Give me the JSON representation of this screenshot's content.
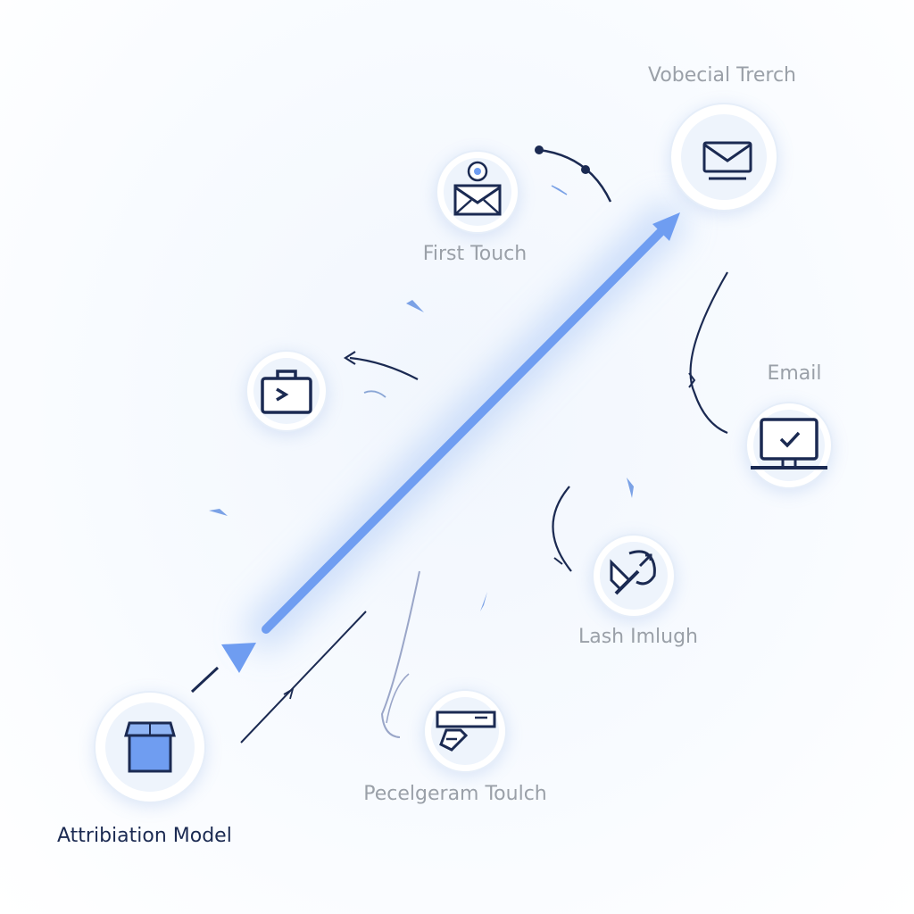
{
  "labels": {
    "top_right": "Vobecial Trerch",
    "first_touch": "First Touch",
    "email": "Email",
    "lash": "Lash Imlugh",
    "bottom": "Pecelgeram Toulch",
    "model": "Attribiation Model"
  },
  "icons": {
    "top_right": "envelope-icon",
    "first_touch": "webcam-envelope-icon",
    "briefcase": "briefcase-icon",
    "email": "laptop-check-icon",
    "lash": "edit-tool-icon",
    "bottom": "knife-tool-icon",
    "model": "box-icon"
  },
  "colors": {
    "accent": "#6f9df1",
    "ink": "#1b2a52",
    "muted_label": "#9aa0a8"
  }
}
